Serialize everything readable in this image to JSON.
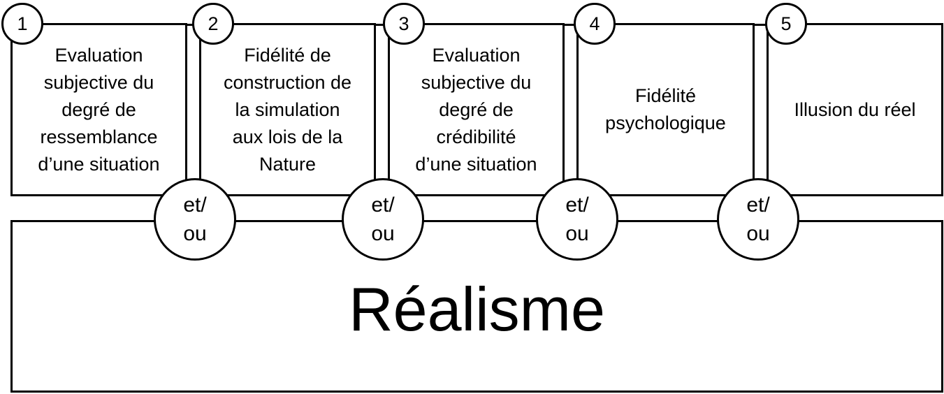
{
  "concepts": [
    {
      "number": "1",
      "text": "Evaluation\nsubjective du\ndegré de\nressemblance\nd’une situation"
    },
    {
      "number": "2",
      "text": "Fidélité de\nconstruction de\nla simulation\naux lois de la\nNature"
    },
    {
      "number": "3",
      "text": "Evaluation\nsubjective du\ndegré de\ncrédibilité\nd’une situation"
    },
    {
      "number": "4",
      "text": "Fidélité\npsychologique"
    },
    {
      "number": "5",
      "text": "Illusion du réel"
    }
  ],
  "connectors": [
    "et/\nou",
    "et/\nou",
    "et/\nou",
    "et/\nou"
  ],
  "main": {
    "title": "Réalisme"
  }
}
